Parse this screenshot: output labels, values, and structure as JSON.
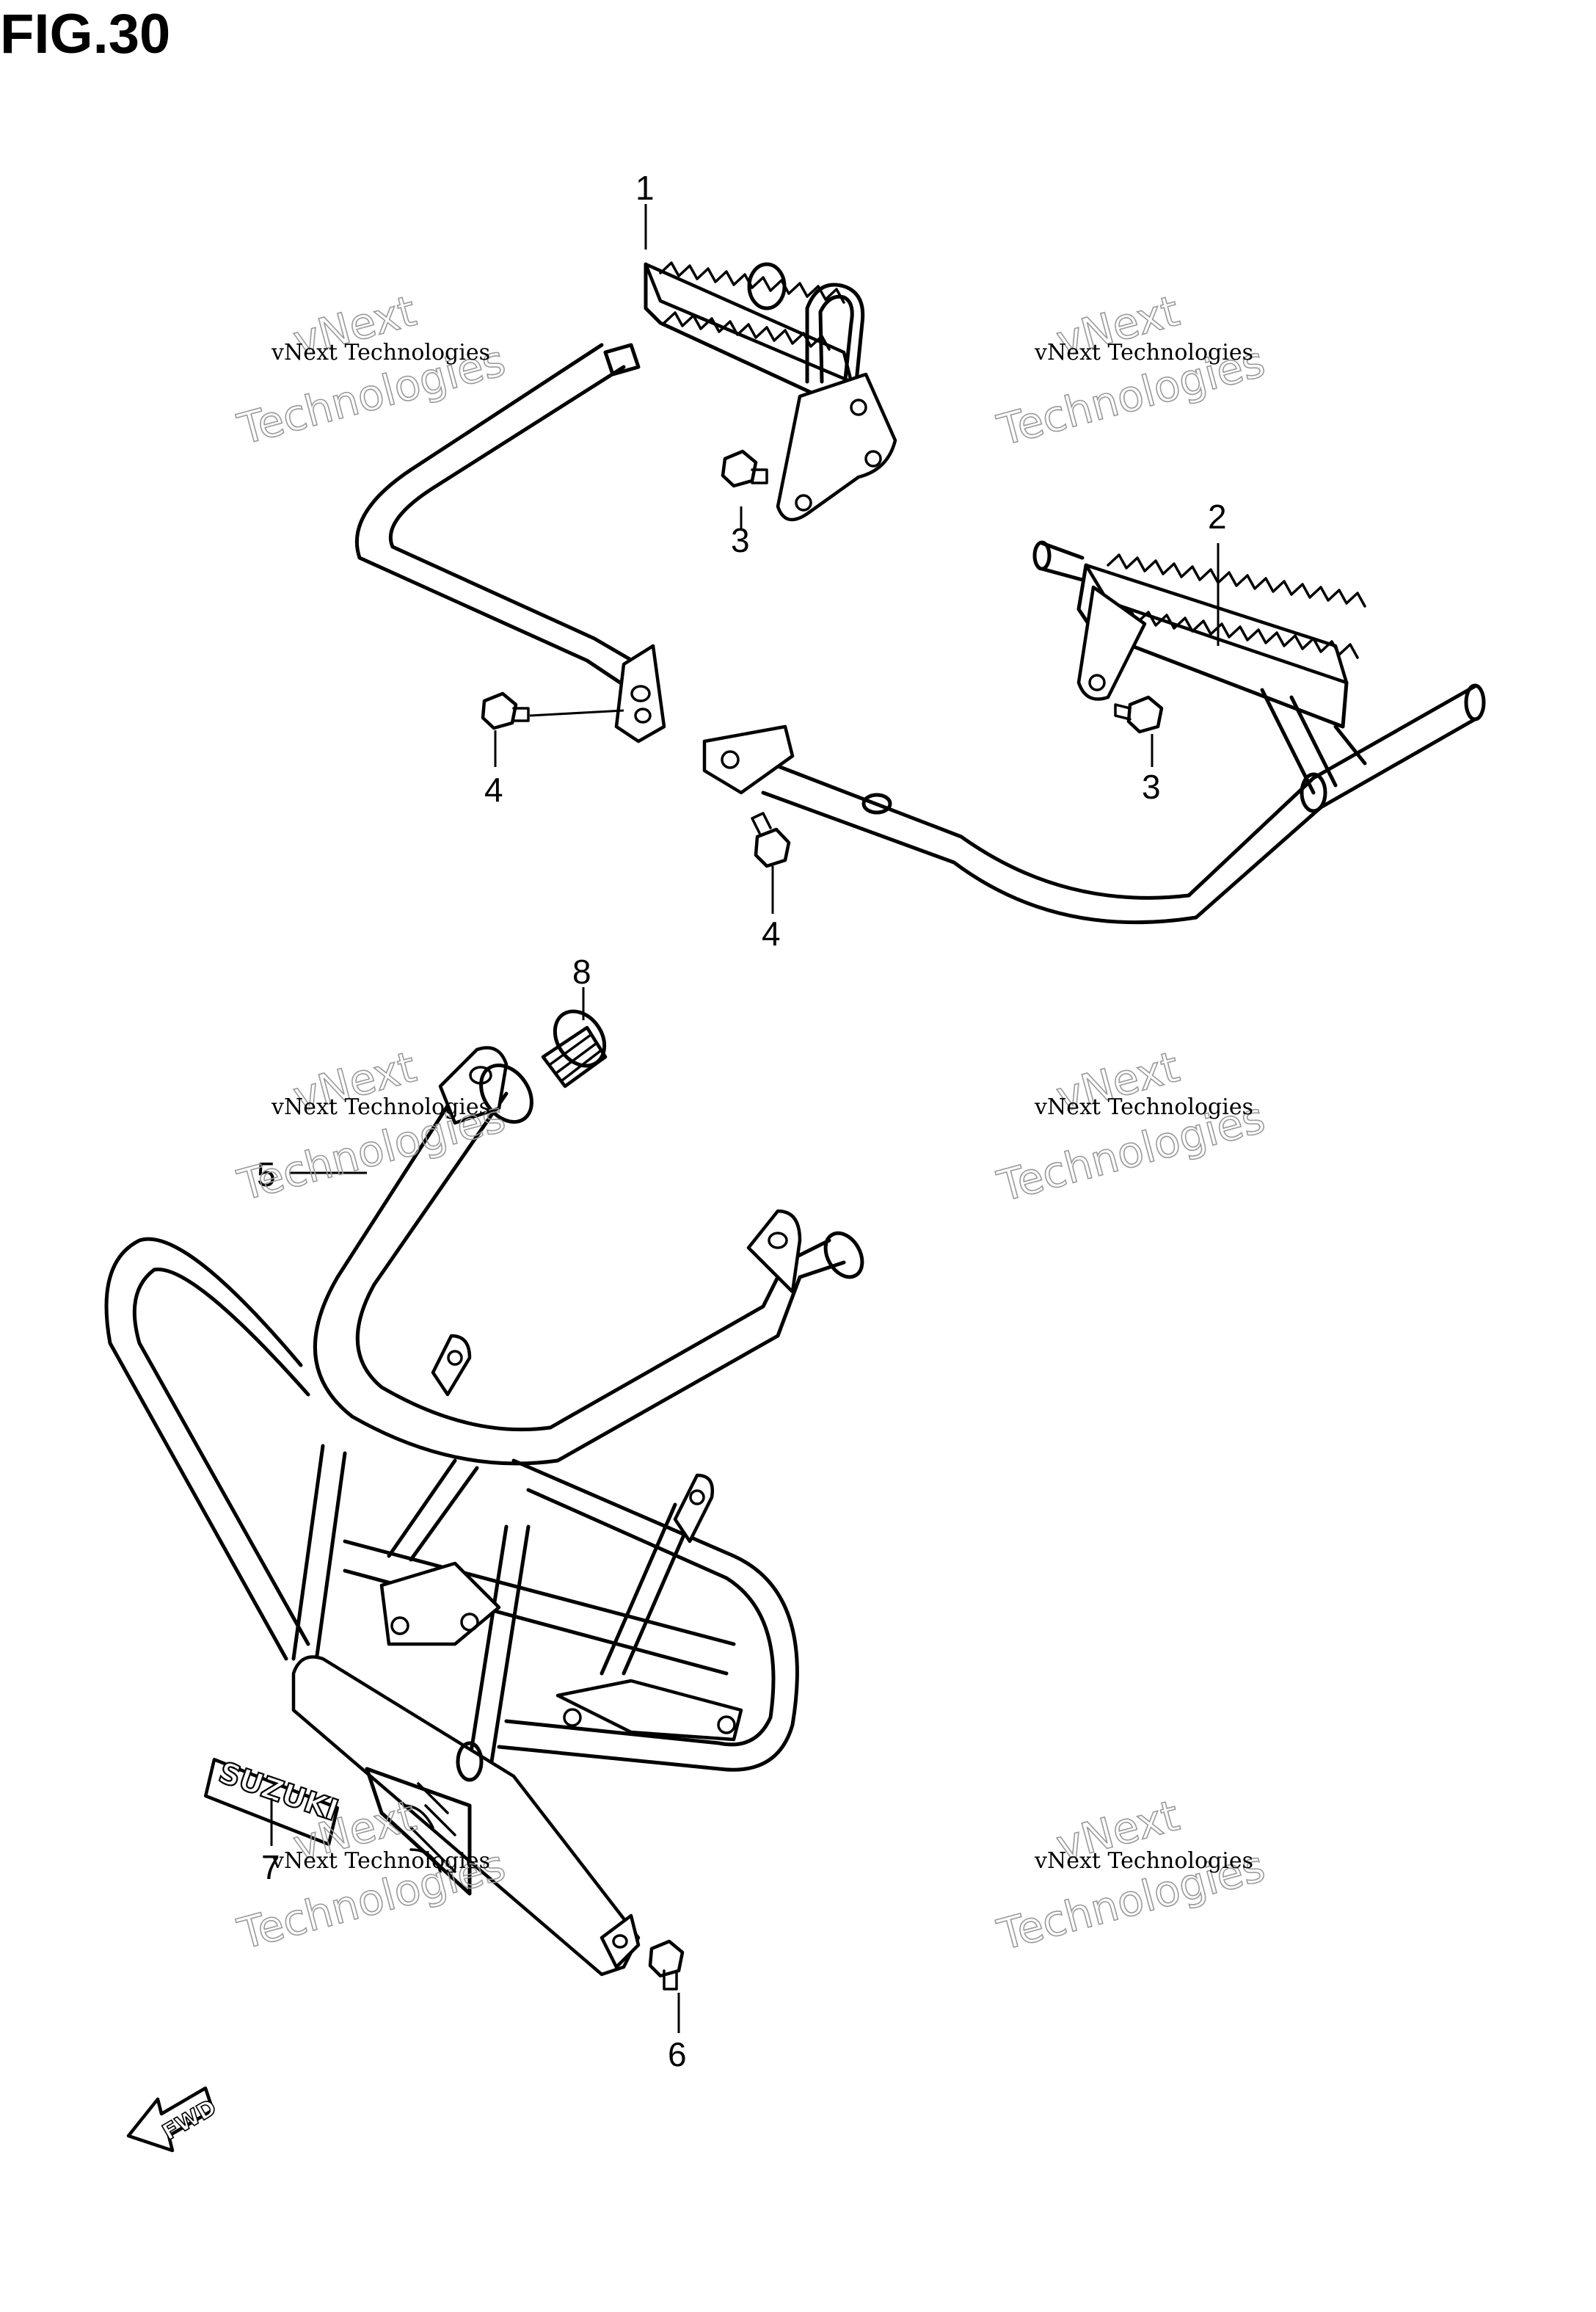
{
  "figure": {
    "title": "FIG.30"
  },
  "callouts": [
    "1",
    "2",
    "3",
    "3",
    "4",
    "4",
    "5",
    "6",
    "7",
    "8"
  ],
  "watermark": {
    "line1": "vNext Technologies",
    "line2": "vNext",
    "line3": "Technologies"
  },
  "emblem_text": "SUZUKI",
  "fwd_arrow_label": "FWD"
}
